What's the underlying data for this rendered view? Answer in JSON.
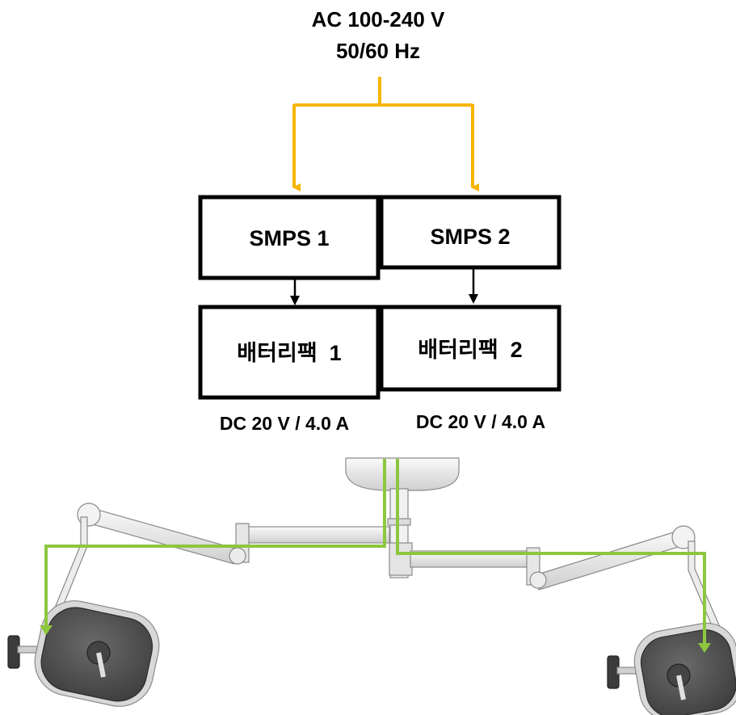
{
  "power_input": {
    "line1": "AC 100-240 V",
    "line2": "50/60 Hz"
  },
  "smps": [
    {
      "label": "SMPS 1"
    },
    {
      "label": "SMPS 2"
    }
  ],
  "battery_packs": [
    {
      "label": "배터리팩  1",
      "output": "DC 20 V / 4.0 A"
    },
    {
      "label": "배터리팩  2",
      "output": "DC 20 V / 4.0 A"
    }
  ],
  "colors": {
    "ac_line": "#f7b500",
    "dc_line": "#000000",
    "output_line": "#8dc63f",
    "fixture_body": "#e9e9e9",
    "lamp_face": "#555555"
  }
}
